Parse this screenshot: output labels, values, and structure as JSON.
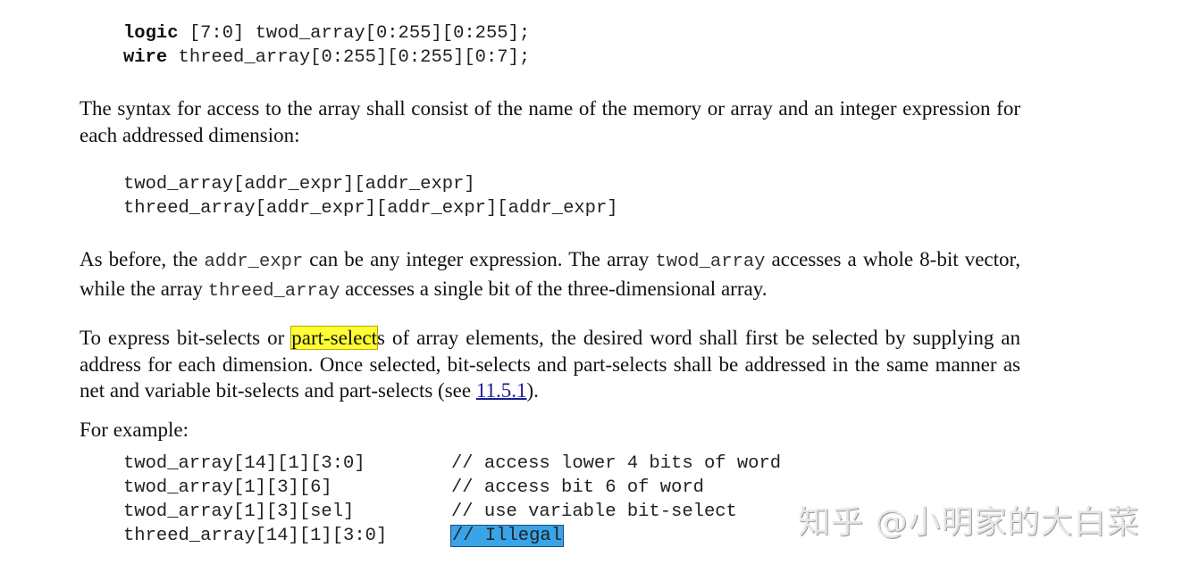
{
  "declarations": [
    {
      "keyword": "logic",
      "rest": " [7:0] twod_array[0:255][0:255];"
    },
    {
      "keyword": "wire",
      "rest": " threed_array[0:255][0:255][0:7];"
    }
  ],
  "para1": {
    "text": "The syntax for access to the array shall consist of the name of the memory or array and an integer expression for each addressed dimension:"
  },
  "syntax_lines": [
    "twod_array[addr_expr][addr_expr]",
    "threed_array[addr_expr][addr_expr][addr_expr]"
  ],
  "para2": {
    "t1": "As before, the ",
    "c1": "addr_expr",
    "t2": " can be any integer expression. The array ",
    "c2": "twod_array",
    "t3": " accesses a whole 8-bit vector, while the array ",
    "c3": "threed_array",
    "t4": " accesses a single bit of the three-dimensional array."
  },
  "para3": {
    "t1": "To express bit-selects or ",
    "highlight": "part-select",
    "t2": "s of array elements, the desired word shall first be selected by supplying an address for each dimension. Once selected, bit-selects and part-selects shall be addressed in the same manner as net and variable bit-selects and part-selects (see ",
    "link": "11.5.1",
    "t3": ")."
  },
  "example_label": "For example:",
  "examples": [
    {
      "code": "twod_array[14][1][3:0]",
      "comment": "// access lower 4 bits of word"
    },
    {
      "code": "twod_array[1][3][6]",
      "comment": "// access bit 6 of word"
    },
    {
      "code": "twod_array[1][3][sel]",
      "comment": "// use variable bit-select"
    },
    {
      "code": "threed_array[14][1][3:0]",
      "comment": "// Illegal"
    }
  ],
  "colors": {
    "highlight_yellow": "#ffff33",
    "highlight_blue": "#3aa4e8",
    "link": "#1a1a99"
  },
  "watermark": "知乎 @小明家的大白菜"
}
